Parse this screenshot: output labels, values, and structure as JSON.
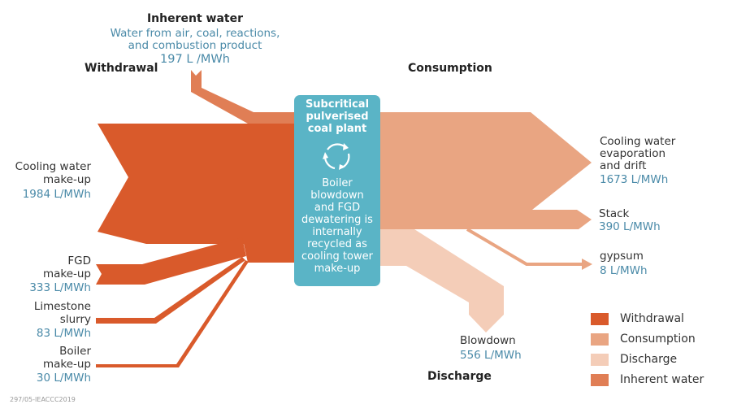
{
  "colors": {
    "withdrawal": "#d95a2b",
    "consumption": "#e9a582",
    "discharge": "#f4cdb8",
    "inherent": "#e07e55",
    "plant": "#5ab4c6",
    "value_text": "#4a8aa8"
  },
  "headings": {
    "withdrawal": "Withdrawal",
    "consumption": "Consumption",
    "discharge": "Discharge"
  },
  "inherent": {
    "title": "Inherent water",
    "desc1": "Water from air, coal, reactions,",
    "desc2": "and combustion product",
    "value": "197 L /MWh"
  },
  "inputs": [
    {
      "label1": "Cooling water",
      "label2": "make-up",
      "value": "1984 L/MWh"
    },
    {
      "label1": "FGD",
      "label2": "make-up",
      "value": "333 L/MWh"
    },
    {
      "label1": "Limestone",
      "label2": "slurry",
      "value": "83 L/MWh"
    },
    {
      "label1": "Boiler",
      "label2": "make-up",
      "value": "30 L/MWh"
    }
  ],
  "plant": {
    "title1": "Subcritical",
    "title2": "pulverised",
    "title3": "coal plant",
    "icon": "recycle-icon",
    "note": [
      "Boiler",
      "blowdown",
      "and FGD",
      "dewatering is",
      "internally",
      "recycled as",
      "cooling tower",
      "make-up"
    ]
  },
  "outputs": [
    {
      "label1": "Cooling water",
      "label2": "evaporation",
      "label3": "and drift",
      "value": "1673 L/MWh"
    },
    {
      "label1": "Stack",
      "value": "390 L/MWh"
    },
    {
      "label1": "gypsum",
      "value": "8 L/MWh"
    },
    {
      "label1": "Blowdown",
      "value": "556 L/MWh"
    }
  ],
  "legend": [
    "Withdrawal",
    "Consumption",
    "Discharge",
    "Inherent water"
  ],
  "footer": "297/05-IEACCC2019"
}
